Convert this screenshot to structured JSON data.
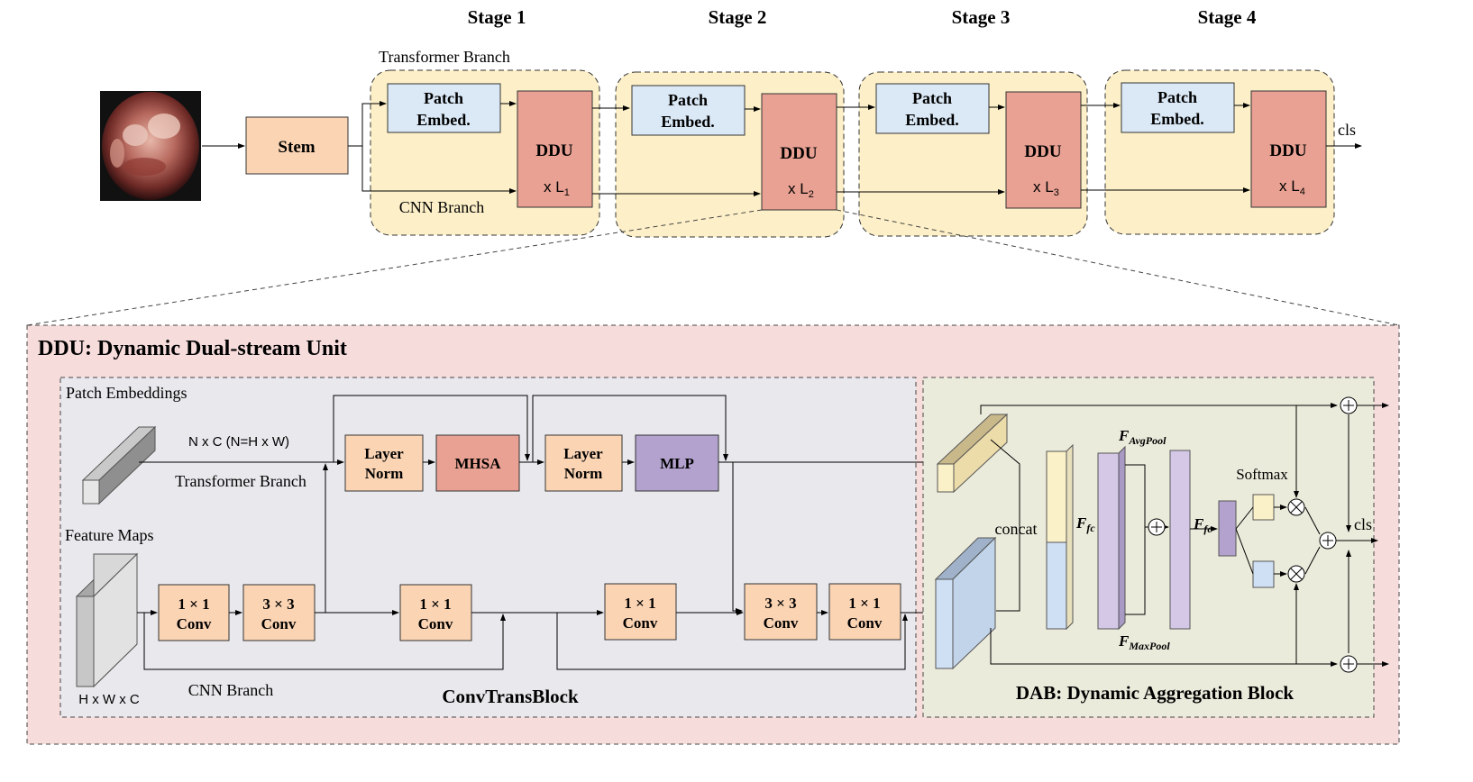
{
  "stages": [
    "Stage 1",
    "Stage 2",
    "Stage 3",
    "Stage 4"
  ],
  "top": {
    "stem": "Stem",
    "transformer_branch": "Transformer Branch",
    "cnn_branch": "CNN Branch",
    "patch_embed_line1": "Patch",
    "patch_embed_line2": "Embed.",
    "ddu": "DDU",
    "repeat_prefix": "x L",
    "repeat_subs": [
      "1",
      "2",
      "3",
      "4"
    ],
    "output": "cls"
  },
  "ddu": {
    "title": "DDU: Dynamic Dual-stream Unit",
    "patch_embeddings": "Patch Embeddings",
    "shape_tokens": "N x C (N=H x W)",
    "transformer_branch": "Transformer Branch",
    "feature_maps": "Feature Maps",
    "shape_maps": "H x W x C",
    "cnn_branch": "CNN Branch",
    "layer_norm_1": "Layer",
    "layer_norm_2": "Norm",
    "mhsa": "MHSA",
    "mlp": "MLP",
    "conv1x1_a": "1 × 1",
    "conv3x3_a": "3 × 3",
    "conv_word": "Conv",
    "convtrans_title": "ConvTransBlock"
  },
  "dab": {
    "title": "DAB: Dynamic Aggregation Block",
    "concat": "concat",
    "ffc": "F",
    "ffc_sub": "fc",
    "avgpool_sub": "AvgPool",
    "maxpool_sub": "MaxPool",
    "softmax": "Softmax",
    "output": "cls"
  },
  "colors": {
    "stage_fill": "#fdf0c8",
    "patch_fill": "#dbe9f7",
    "ddu_fill": "#e9a193",
    "stem_fill": "#fbd4b4",
    "ddu_panel": "#f7dcdc",
    "ctb_panel": "#e9e8ec",
    "dab_panel": "#ebebdc",
    "mlp_fill": "#b2a2cd",
    "purple_bar": "#d4c8e6",
    "blue_bar": "#cfe0f5",
    "yellow_bar": "#fbf1c8"
  }
}
